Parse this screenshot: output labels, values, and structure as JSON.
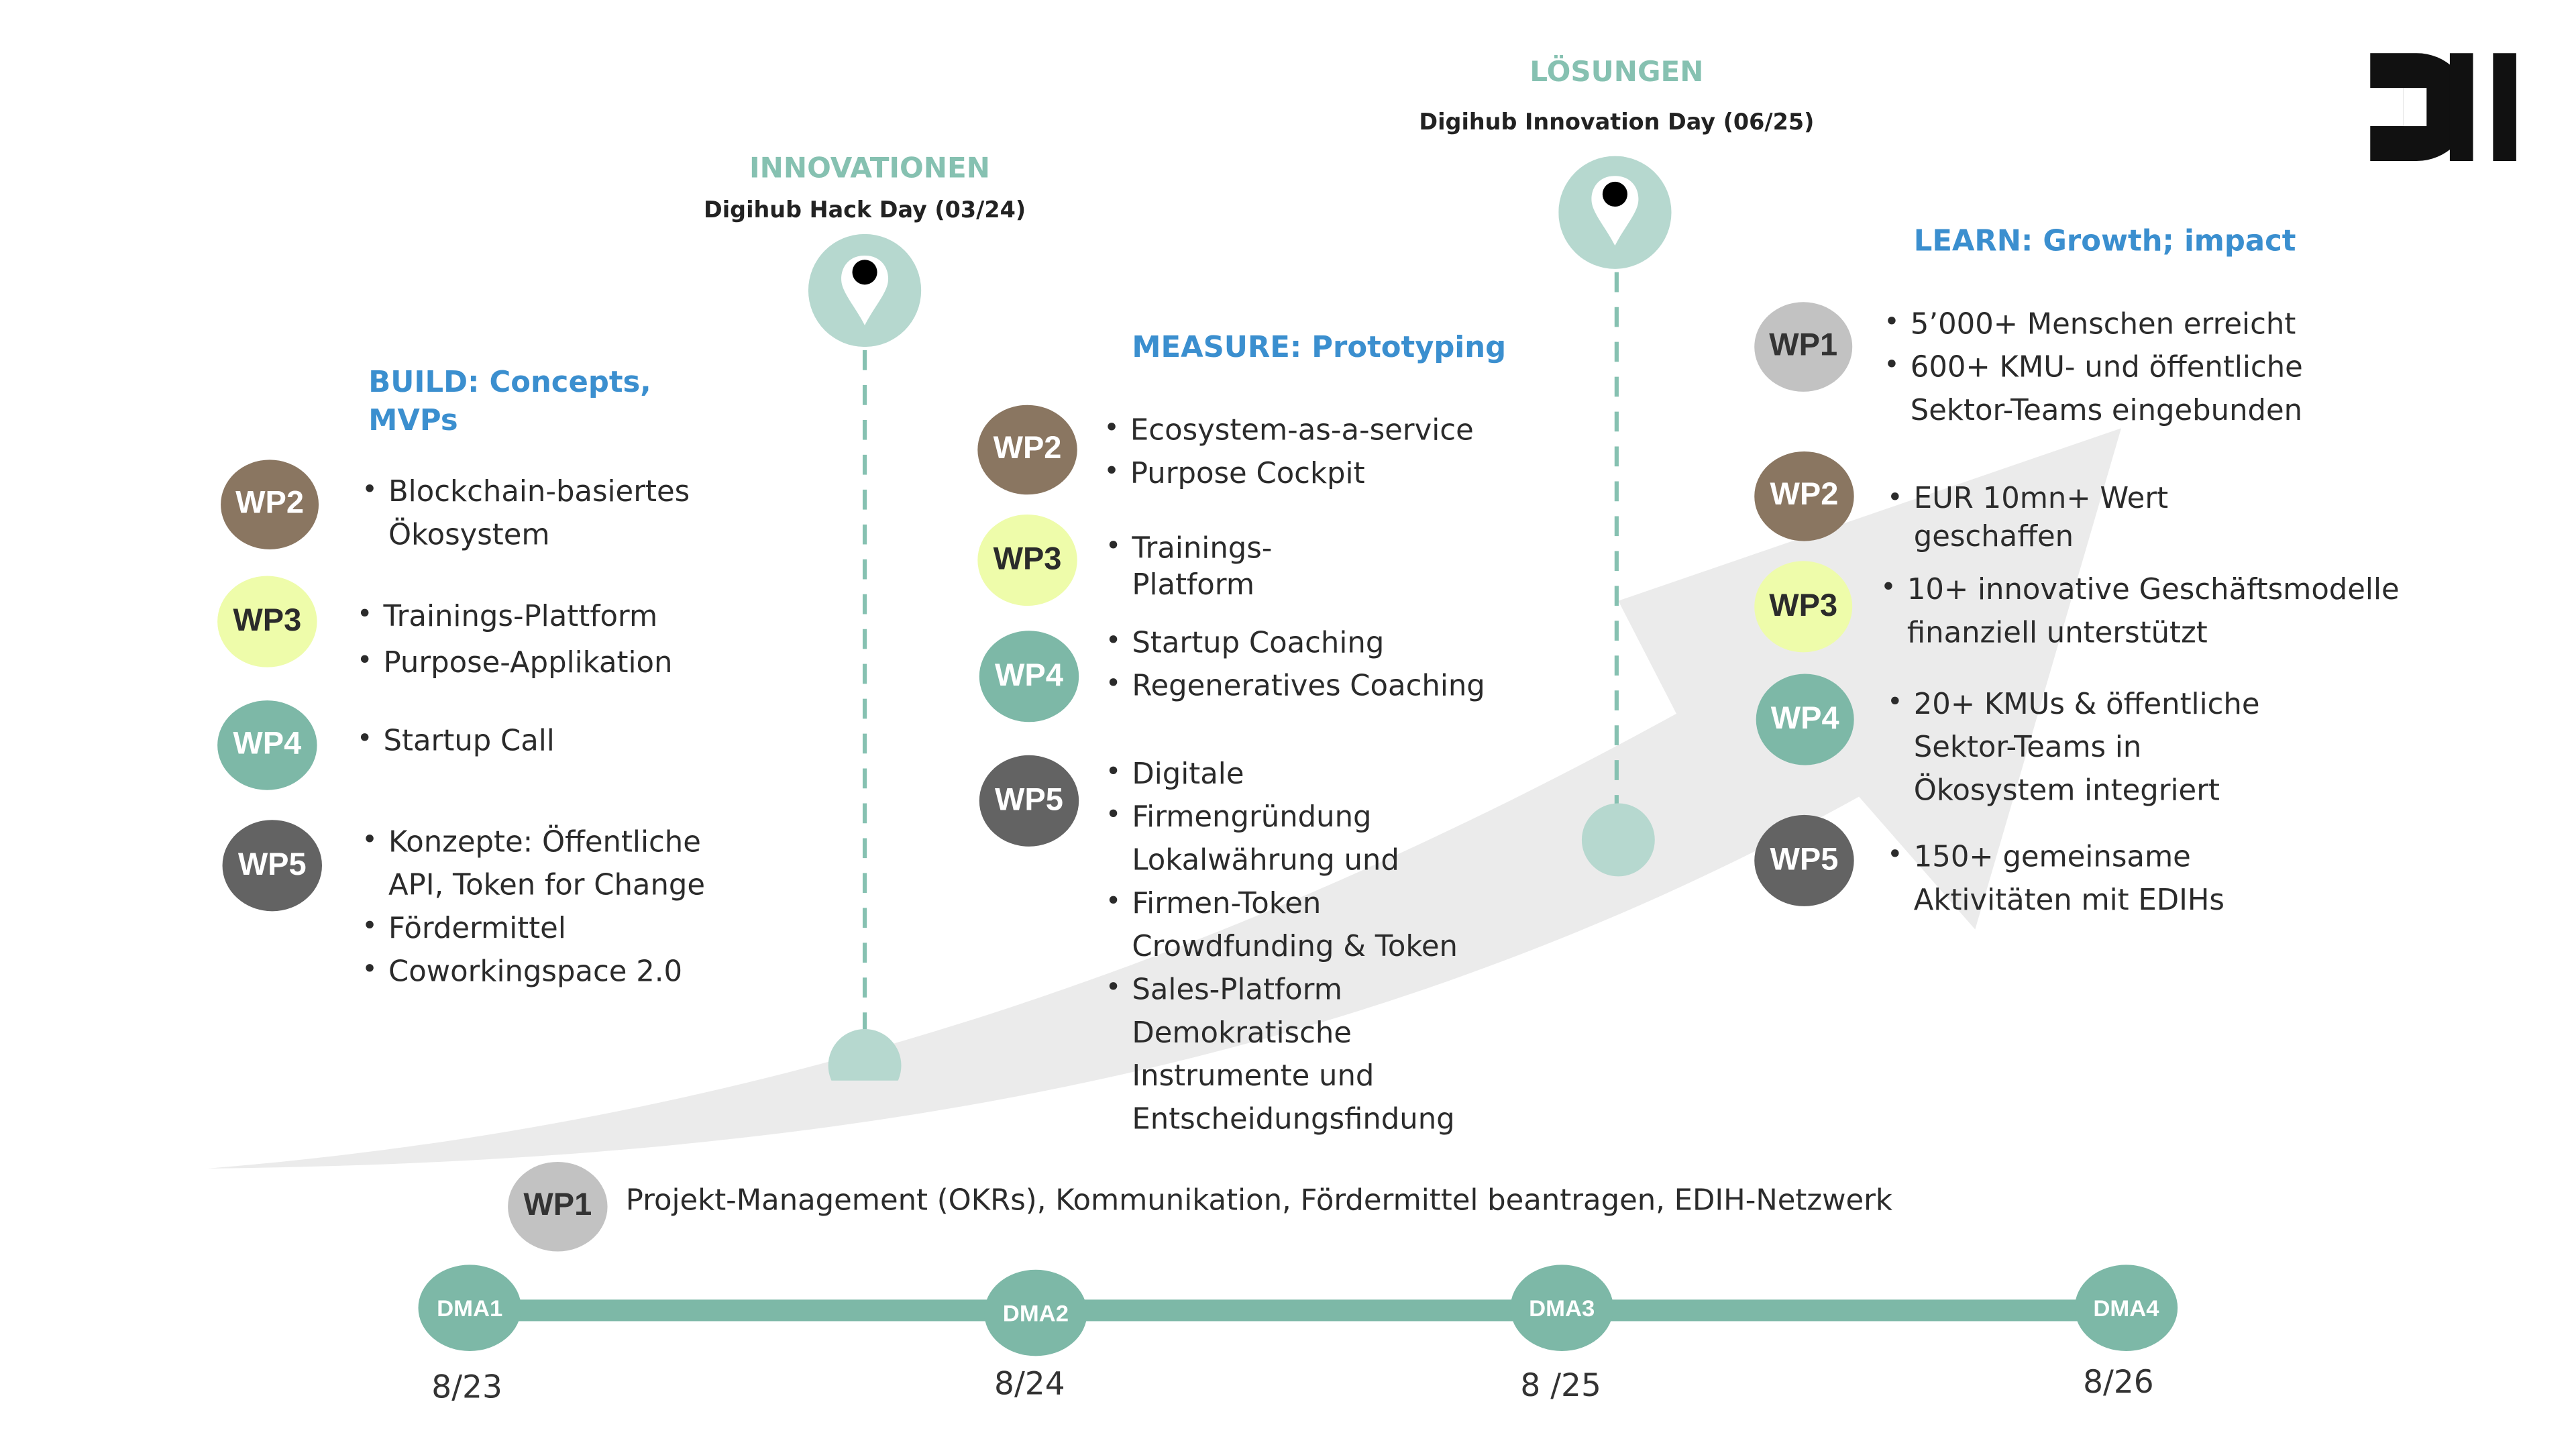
{
  "colors": {
    "wp1": "#c2c2c2",
    "wp2": "#8a7661",
    "wp3": "#eefcaa",
    "wp4": "#7db8a7",
    "wp5": "#636363",
    "accent_blue": "#3b8fcf",
    "mint": "#86c1b1",
    "arrow": "#ebebeb"
  },
  "logo": {
    "icon": "dii-logo-icon"
  },
  "milestones": [
    {
      "title": "INNOVATIONEN",
      "subtitle": "Digihub Hack Day (03/24)",
      "icon": "map-pin-icon"
    },
    {
      "title": "LÖSUNGEN",
      "subtitle": "Digihub Innovation Day (06/25)",
      "icon": "map-pin-icon"
    }
  ],
  "build": {
    "title_line1": "BUILD: Concepts,",
    "title_line2": "MVPs",
    "wp2": {
      "label": "WP2",
      "items": [
        "Blockchain-basiertes",
        "Ökosystem"
      ]
    },
    "wp3": {
      "label": "WP3",
      "items": [
        "Trainings-Plattform",
        "Purpose-Applikation"
      ]
    },
    "wp4": {
      "label": "WP4",
      "items": [
        "Startup Call"
      ]
    },
    "wp5": {
      "label": "WP5",
      "items": [
        "Konzepte: Öffentliche",
        "API,  Token for Change",
        "Fördermittel",
        "Coworkingspace 2.0"
      ]
    }
  },
  "measure": {
    "title": "MEASURE: Prototyping",
    "wp2": {
      "label": "WP2",
      "items": [
        "Ecosystem-as-a-service",
        "Purpose Cockpit"
      ]
    },
    "wp3": {
      "label": "WP3",
      "items": [
        "Trainings-",
        "Platform"
      ]
    },
    "wp4": {
      "label": "WP4",
      "items": [
        "Startup Coaching",
        "Regeneratives Coaching"
      ]
    },
    "wp5": {
      "label": "WP5",
      "items": [
        "Digitale",
        "Firmengründung",
        "Lokalwährung und",
        "Firmen-Token",
        "Crowdfunding & Token",
        "Sales-Platform",
        "Demokratische",
        "Instrumente und",
        "Entscheidungsfindung"
      ]
    }
  },
  "learn": {
    "title": "LEARN: Growth; impact",
    "wp1": {
      "label": "WP1",
      "items": [
        "5’000+ Menschen erreicht",
        "600+ KMU- und öffentliche",
        "Sektor-Teams eingebunden"
      ]
    },
    "wp2": {
      "label": "WP2",
      "items": [
        "EUR 10mn+ Wert",
        "geschaffen"
      ]
    },
    "wp3": {
      "label": "WP3",
      "items": [
        "10+ innovative Geschäftsmodelle",
        "finanziell unterstützt"
      ]
    },
    "wp4": {
      "label": "WP4",
      "items": [
        "20+ KMUs & öffentliche",
        "Sektor-Teams in",
        "Ökosystem  integriert"
      ]
    },
    "wp5": {
      "label": "WP5",
      "items": [
        "150+ gemeinsame",
        "Aktivitäten  mit EDIHs"
      ]
    }
  },
  "wp1_bar": {
    "label": "WP1",
    "text": "Projekt-Management (OKRs), Kommunikation, Fördermittel beantragen, EDIH-Netzwerk"
  },
  "timeline": [
    {
      "label": "DMA1",
      "date": "8/23"
    },
    {
      "label": "DMA2",
      "date": "8/24"
    },
    {
      "label": "DMA3",
      "date": "8 /25"
    },
    {
      "label": "DMA4",
      "date": "8/26"
    }
  ]
}
